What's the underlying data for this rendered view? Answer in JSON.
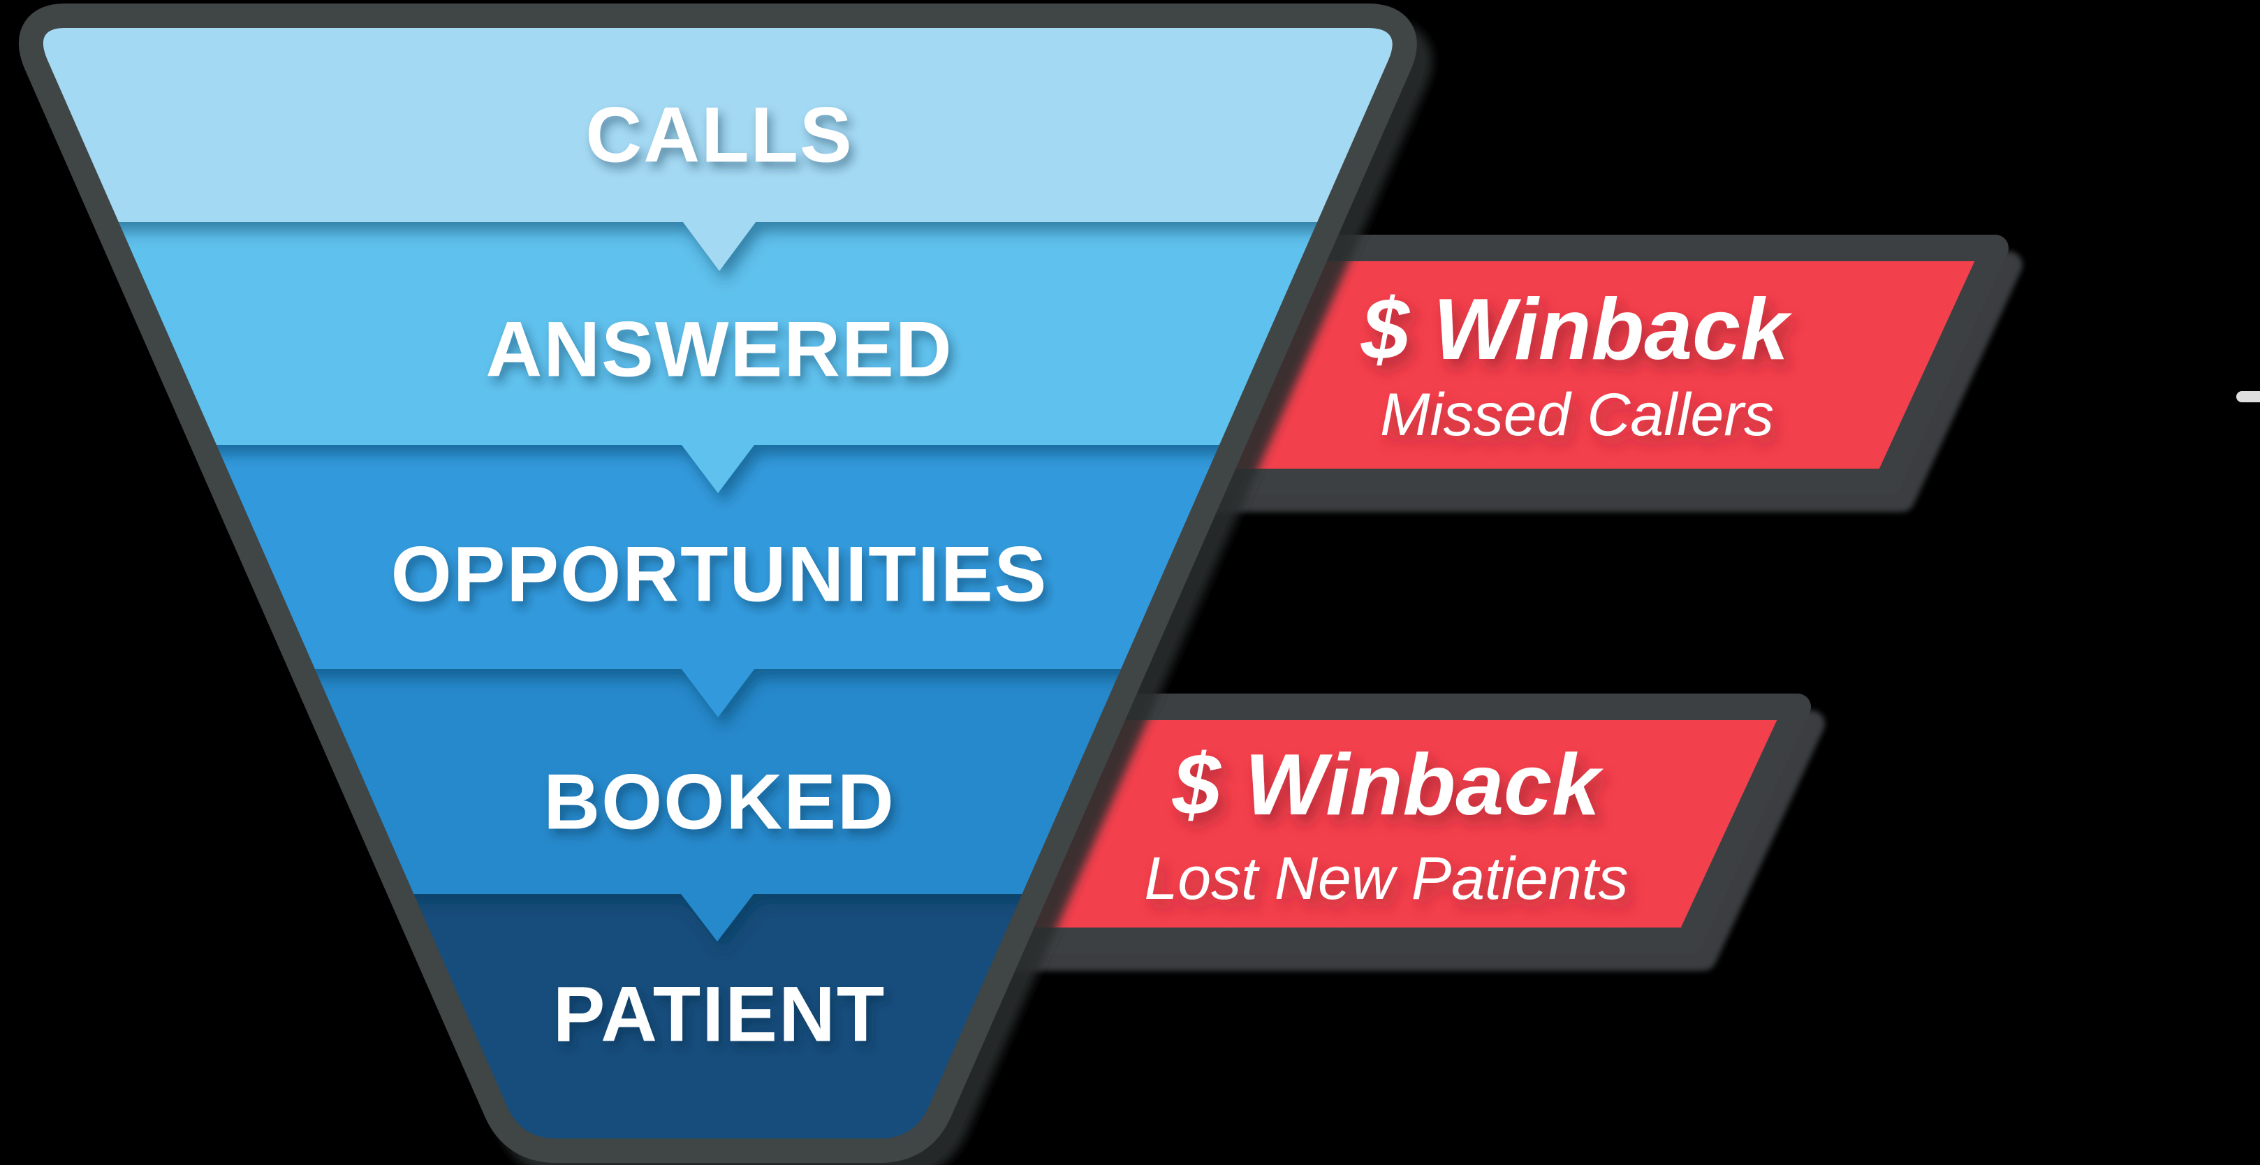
{
  "title": "Patient call funnel with winback callouts",
  "background_color": "#000000",
  "funnel": {
    "border_color": "#414445",
    "label_color": "#FFFFFF",
    "stages": [
      {
        "label": "CALLS",
        "color": "#A3D9F3"
      },
      {
        "label": "ANSWERED",
        "color": "#5FC1ED"
      },
      {
        "label": "OPPORTUNITIES",
        "color": "#329ADC"
      },
      {
        "label": "BOOKED",
        "color": "#2589CB"
      },
      {
        "label": "PATIENT",
        "color": "#164D7B"
      }
    ]
  },
  "callouts": {
    "fill_color": "#F3414E",
    "border_color": "#3D4142",
    "text_color": "#FFFFFF",
    "items": [
      {
        "title": "$ Winback",
        "subtitle": "Missed Callers"
      },
      {
        "title": "$ Winback",
        "subtitle": "Lost New Patients"
      }
    ]
  },
  "artifacts": {
    "edge_dash_color": "#DFDFDF"
  }
}
